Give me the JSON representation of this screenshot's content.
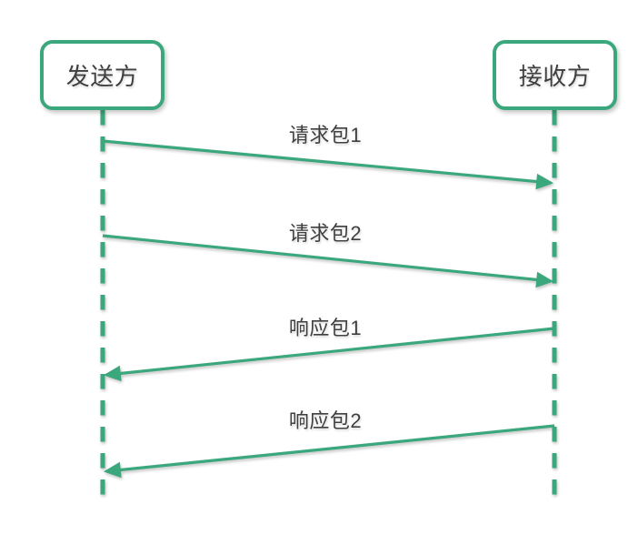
{
  "diagram": {
    "type": "sequence-diagram",
    "actors": [
      {
        "id": "sender",
        "label": "发送方"
      },
      {
        "id": "receiver",
        "label": "接收方"
      }
    ],
    "messages": [
      {
        "label": "请求包1",
        "from": "sender",
        "to": "receiver",
        "direction": "right"
      },
      {
        "label": "请求包2",
        "from": "sender",
        "to": "receiver",
        "direction": "right"
      },
      {
        "label": "响应包1",
        "from": "receiver",
        "to": "sender",
        "direction": "left"
      },
      {
        "label": "响应包2",
        "from": "receiver",
        "to": "sender",
        "direction": "left"
      }
    ],
    "colors": {
      "accent": "#3ba77c",
      "text": "#3f3f3f",
      "background": "#ffffff"
    }
  }
}
